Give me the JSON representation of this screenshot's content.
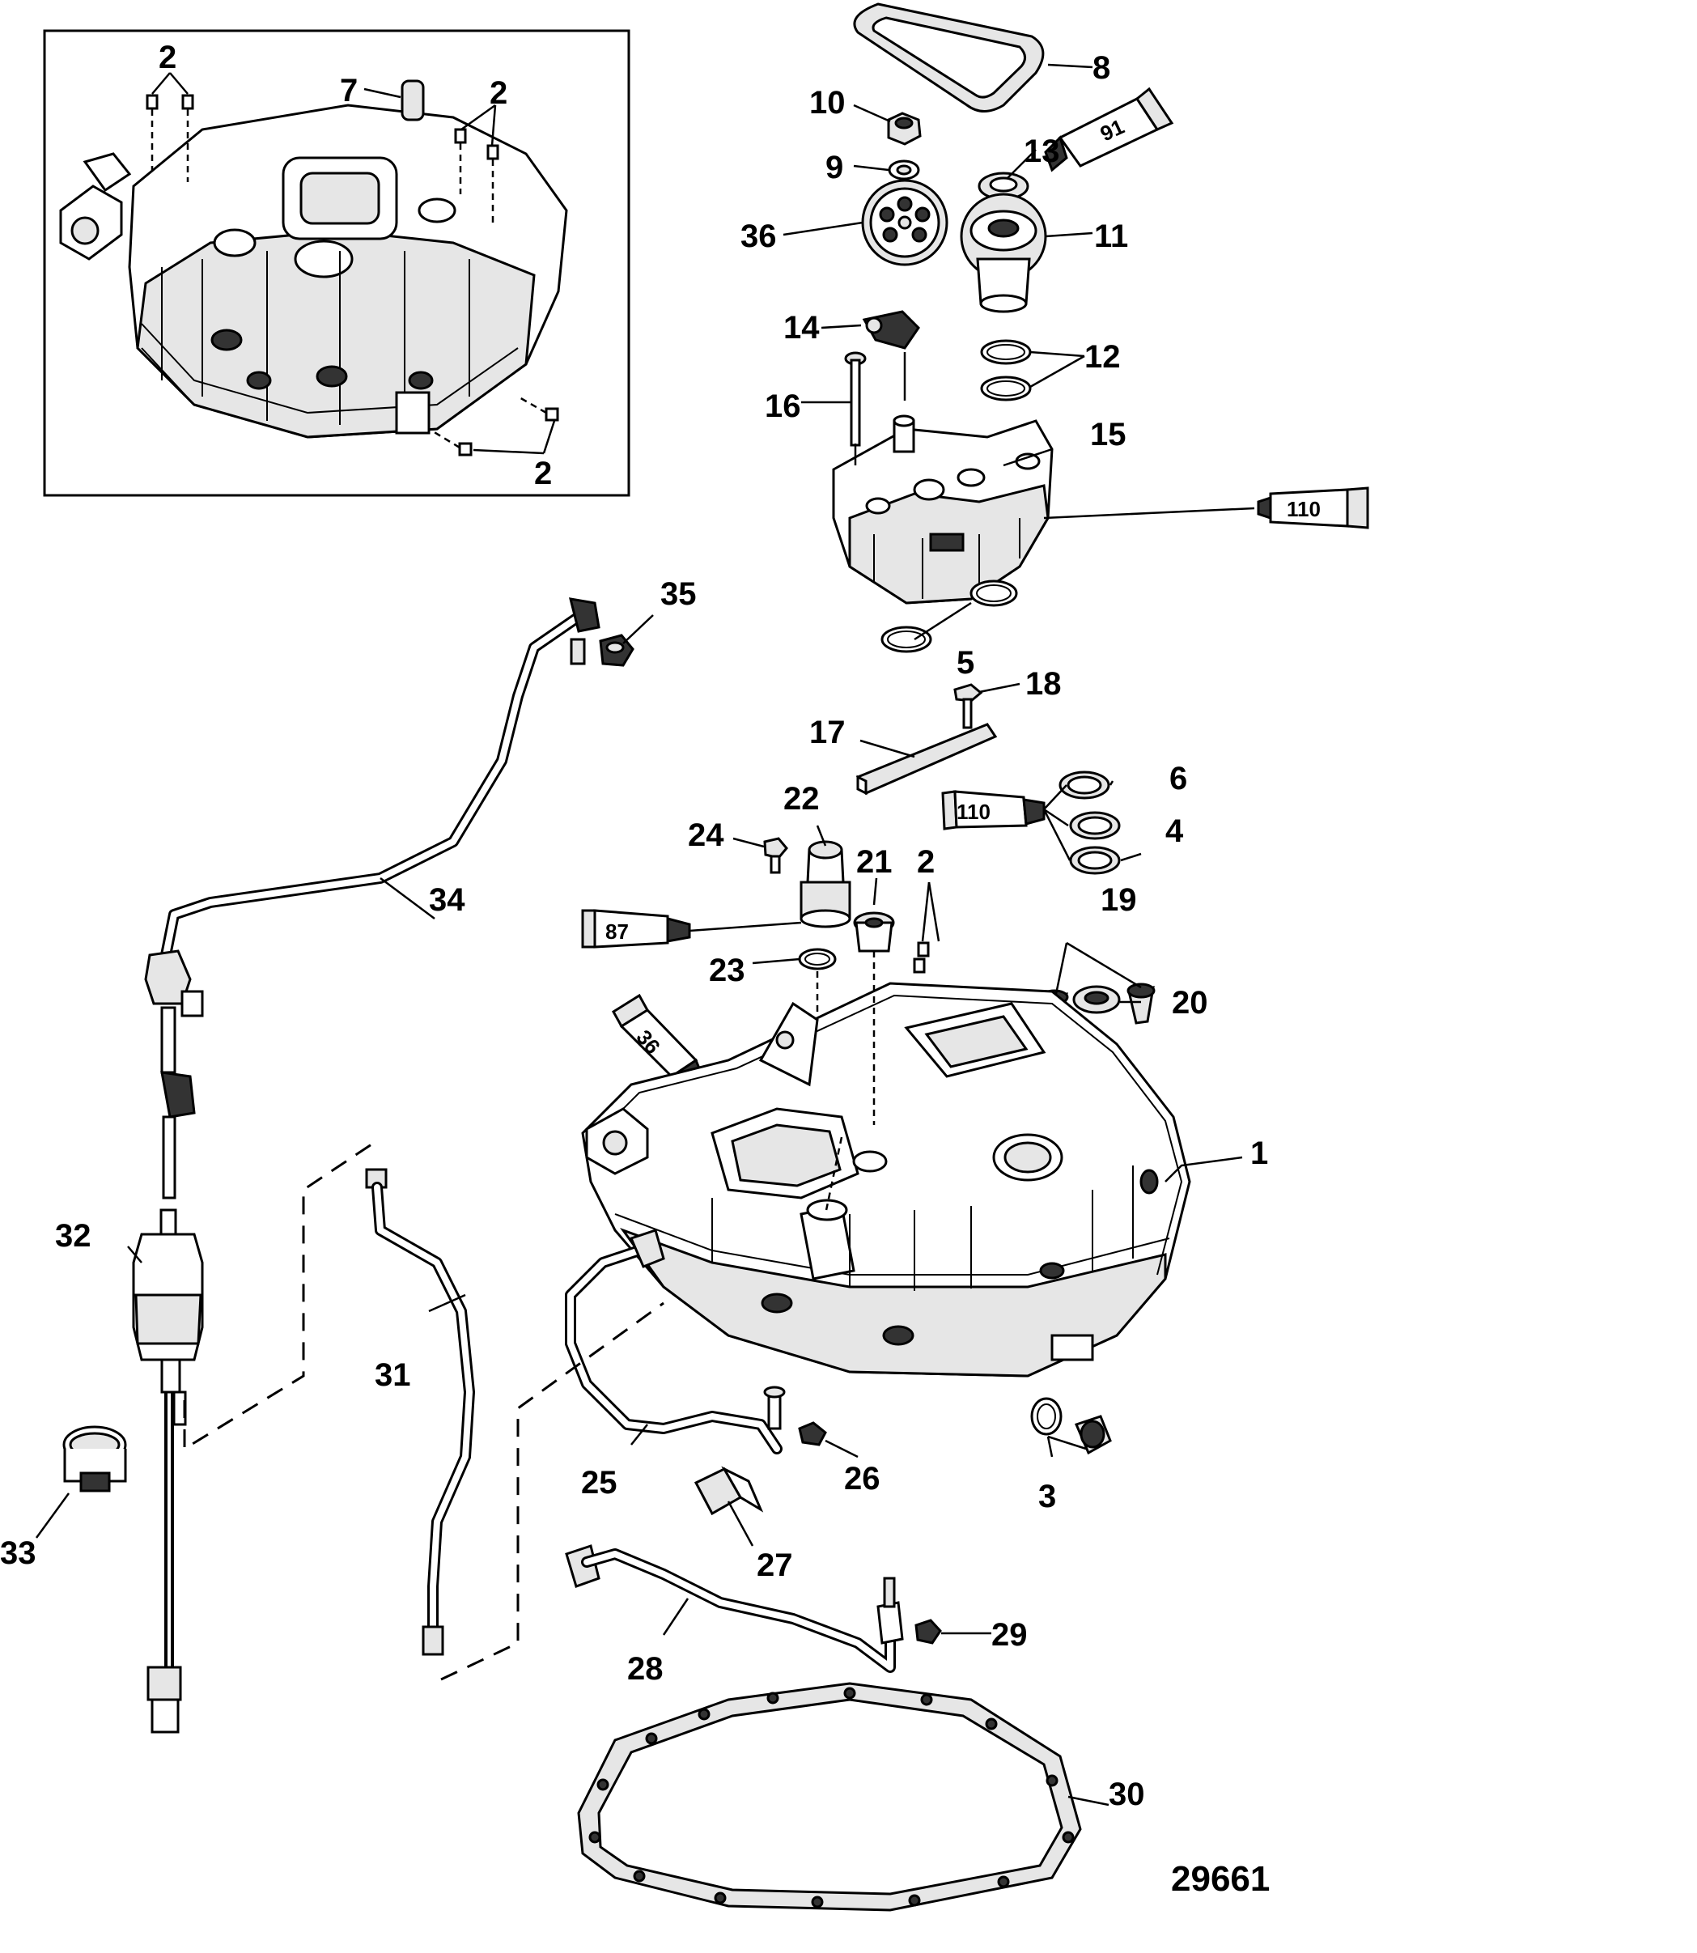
{
  "figure_number": "29661",
  "tubes": {
    "sealant_91": "91",
    "sealant_110_top": "110",
    "sealant_110_mid": "110",
    "sealant_87": "87",
    "sealant_36": "36"
  },
  "callouts": {
    "inset_2_top": "2",
    "inset_7": "7",
    "inset_2_right": "2",
    "inset_2_bottom": "2",
    "c8": "8",
    "c10": "10",
    "c9": "9",
    "c13": "13",
    "c36": "36",
    "c11": "11",
    "c14": "14",
    "c12": "12",
    "c16": "16",
    "c15": "15",
    "c35": "35",
    "c5": "5",
    "c18": "18",
    "c17": "17",
    "c6": "6",
    "c22": "22",
    "c24": "24",
    "c21": "21",
    "c2_main": "2",
    "c4": "4",
    "c34": "34",
    "c19": "19",
    "c23": "23",
    "c20": "20",
    "c1": "1",
    "c32": "32",
    "c31": "31",
    "c25": "25",
    "c26": "26",
    "c3": "3",
    "c33": "33",
    "c27": "27",
    "c29": "29",
    "c28": "28",
    "c30": "30"
  }
}
